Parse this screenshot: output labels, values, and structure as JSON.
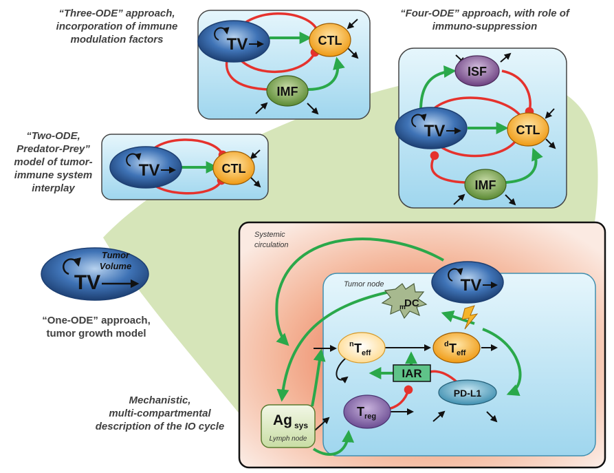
{
  "captions": {
    "three_ode": [
      "“Three-ODE” approach,",
      "incorporation of immune",
      "modulation factors"
    ],
    "four_ode": [
      "“Four-ODE” approach, with role of",
      "immuno-suppression"
    ],
    "two_ode": [
      "“Two-ODE,",
      "Predator-Prey”",
      "model of tumor-",
      "immune system",
      "interplay"
    ],
    "one_ode": [
      "“One-ODE” approach,",
      "tumor growth model"
    ],
    "mechanistic": [
      "Mechanistic,",
      "multi-compartmental",
      "description of the IO cycle"
    ]
  },
  "nodes": {
    "tv": "TV",
    "ctl": "CTL",
    "imf": "IMF",
    "isf": "ISF",
    "tumor_volume": [
      "Tumor",
      "Volume"
    ],
    "mdc_sub": "m",
    "mdc_main": "DC",
    "nteff_sup": "n",
    "dteff_sup": "d",
    "teff_main": "T",
    "teff_sub": "eff",
    "treg_main": "T",
    "treg_sub": "reg",
    "pdl1": "PD-L1",
    "iar": "IAR",
    "ag_main": "Ag",
    "ag_sub": "sys"
  },
  "compartments": {
    "systemic": [
      "Systemic",
      "circulation"
    ],
    "tumor_node": "Tumor node",
    "lymph_node": "Lymph node"
  },
  "colors": {
    "activation": "#2aa84a",
    "inhibition": "#e5322d",
    "tv_fill": "#2c5f9e",
    "ctl_fill": "#f3a321",
    "imf_fill": "#6e9640",
    "isf_fill": "#7a4f8c",
    "panel_fill": "#bfe3f2",
    "background_blob": "#cfe0ad"
  }
}
